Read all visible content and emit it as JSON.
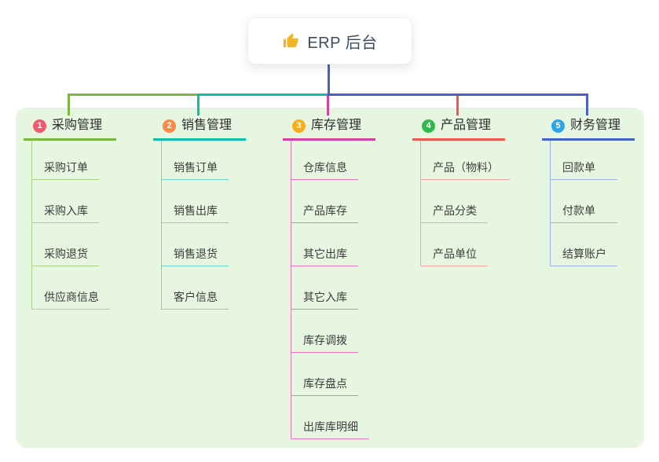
{
  "root": {
    "title": "ERP 后台",
    "icon": "thumbs-up-icon",
    "icon_color": "#f3b426"
  },
  "canvas": {
    "background": "#ffffff",
    "panel_color": "#e6f6e0",
    "root_line_color": "#4a60c8"
  },
  "branches": [
    {
      "number": "1",
      "label": "采购管理",
      "badge_color": "#f5586d",
      "line_color": "#7cb840",
      "child_line_color": "#a9d386",
      "children": [
        "采购订单",
        "采购入库",
        "采购退货",
        "供应商信息"
      ]
    },
    {
      "number": "2",
      "label": "销售管理",
      "badge_color": "#fa8b47",
      "line_color": "#0fbfac",
      "child_line_color": "#71d7c9",
      "children": [
        "销售订单",
        "销售出库",
        "销售退货",
        "客户信息"
      ]
    },
    {
      "number": "3",
      "label": "库存管理",
      "badge_color": "#fbad15",
      "line_color": "#d5419e",
      "child_line_color": "#ef76b8",
      "children": [
        "仓库信息",
        "产品库存",
        "其它出库",
        "其它入库",
        "库存调拨",
        "库存盘点",
        "出库库明细"
      ]
    },
    {
      "number": "4",
      "label": "产品管理",
      "badge_color": "#2eb84f",
      "line_color": "#f1574f",
      "child_line_color": "#f8a6a0",
      "children": [
        "产品（物料）",
        "产品分类",
        "产品单位"
      ]
    },
    {
      "number": "5",
      "label": "财务管理",
      "badge_color": "#2ba4e9",
      "line_color": "#4263ca",
      "child_line_color": "#9db4e8",
      "children": [
        "回款单",
        "付款单",
        "结算账户"
      ]
    }
  ]
}
